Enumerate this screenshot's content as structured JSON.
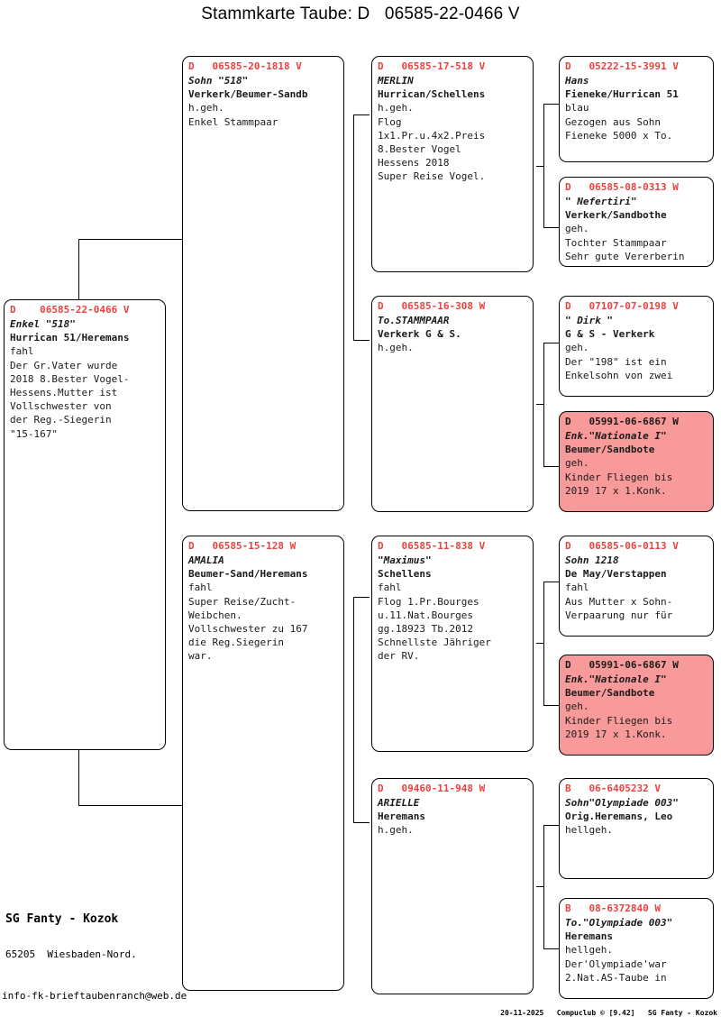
{
  "title": "Stammkarte Taube: D   06585-22-0466 V",
  "colors": {
    "header_red": "#e8433f",
    "highlight_pink": "#f99a9a",
    "text": "#1a1a1a",
    "background": "#ffffff"
  },
  "subject": {
    "header": "D    06585-22-0466 V",
    "lines": [
      {
        "text": "Enkel \"518\"",
        "style": "italic-bold"
      },
      {
        "text": "Hurrican 51/Heremans",
        "style": "bold"
      },
      {
        "text": "fahl",
        "style": "normal"
      },
      {
        "text": "Der Gr.Vater wurde",
        "style": "normal"
      },
      {
        "text": "2018 8.Bester Vogel-",
        "style": "normal"
      },
      {
        "text": "Hessens.Mutter ist",
        "style": "normal"
      },
      {
        "text": "Vollschwester von",
        "style": "normal"
      },
      {
        "text": "der Reg.-Siegerin",
        "style": "normal"
      },
      {
        "text": "\"15-167\"",
        "style": "normal"
      }
    ]
  },
  "generation2": [
    {
      "header": "D   06585-20-1818 V",
      "highlight": false,
      "lines": [
        {
          "text": "Sohn \"518\"",
          "style": "italic-bold"
        },
        {
          "text": "Verkerk/Beumer-Sandb",
          "style": "bold"
        },
        {
          "text": "h.geh.",
          "style": "normal"
        },
        {
          "text": "Enkel Stammpaar",
          "style": "normal"
        }
      ]
    },
    {
      "header": "D   06585-15-128 W",
      "highlight": false,
      "lines": [
        {
          "text": "AMALIA",
          "style": "italic-bold"
        },
        {
          "text": "Beumer-Sand/Heremans",
          "style": "bold"
        },
        {
          "text": "fahl",
          "style": "normal"
        },
        {
          "text": "Super Reise/Zucht-",
          "style": "normal"
        },
        {
          "text": "Weibchen.",
          "style": "normal"
        },
        {
          "text": "Vollschwester zu 167",
          "style": "normal"
        },
        {
          "text": "die Reg.Siegerin",
          "style": "normal"
        },
        {
          "text": "war.",
          "style": "normal"
        }
      ]
    }
  ],
  "generation3": [
    {
      "header": "D   06585-17-518 V",
      "highlight": false,
      "lines": [
        {
          "text": "MERLIN",
          "style": "italic-bold"
        },
        {
          "text": "Hurrican/Schellens",
          "style": "bold"
        },
        {
          "text": "h.geh.",
          "style": "normal"
        },
        {
          "text": "Flog",
          "style": "normal"
        },
        {
          "text": "1x1.Pr.u.4x2.Preis",
          "style": "normal"
        },
        {
          "text": "8.Bester Vogel",
          "style": "normal"
        },
        {
          "text": "Hessens 2018",
          "style": "normal"
        },
        {
          "text": "Super Reise Vogel.",
          "style": "normal"
        }
      ]
    },
    {
      "header": "D   06585-16-308 W",
      "highlight": false,
      "lines": [
        {
          "text": "To.STAMMPAAR",
          "style": "italic-bold"
        },
        {
          "text": "Verkerk G & S.",
          "style": "bold"
        },
        {
          "text": "h.geh.",
          "style": "normal"
        }
      ]
    },
    {
      "header": "D   06585-11-838 V",
      "highlight": false,
      "lines": [
        {
          "text": "\"Maximus\"",
          "style": "italic-bold"
        },
        {
          "text": "Schellens",
          "style": "bold"
        },
        {
          "text": "fahl",
          "style": "normal"
        },
        {
          "text": "Flog 1.Pr.Bourges",
          "style": "normal"
        },
        {
          "text": "u.11.Nat.Bourges",
          "style": "normal"
        },
        {
          "text": "gg.18923 Tb.2012",
          "style": "normal"
        },
        {
          "text": "Schnellste Jähriger",
          "style": "normal"
        },
        {
          "text": "der RV.",
          "style": "normal"
        }
      ]
    },
    {
      "header": "D   09460-11-948 W",
      "highlight": false,
      "lines": [
        {
          "text": "ARIELLE",
          "style": "italic-bold"
        },
        {
          "text": "Heremans",
          "style": "bold"
        },
        {
          "text": "h.geh.",
          "style": "normal"
        }
      ]
    }
  ],
  "generation4": [
    {
      "header": "D   05222-15-3991 V",
      "highlight": false,
      "lines": [
        {
          "text": "Hans",
          "style": "italic-bold"
        },
        {
          "text": "Fieneke/Hurrican 51",
          "style": "bold"
        },
        {
          "text": "blau",
          "style": "normal"
        },
        {
          "text": "Gezogen aus Sohn",
          "style": "normal"
        },
        {
          "text": "Fieneke 5000 x To.",
          "style": "normal"
        }
      ]
    },
    {
      "header": "D   06585-08-0313 W",
      "highlight": false,
      "lines": [
        {
          "text": "\" Nefertiri\"",
          "style": "italic-bold"
        },
        {
          "text": "Verkerk/Sandbothe",
          "style": "bold"
        },
        {
          "text": "geh.",
          "style": "normal"
        },
        {
          "text": "Tochter Stammpaar",
          "style": "normal"
        },
        {
          "text": "Sehr gute Vererberin",
          "style": "normal"
        }
      ]
    },
    {
      "header": "D   07107-07-0198 V",
      "highlight": false,
      "lines": [
        {
          "text": "\" Dirk \"",
          "style": "italic-bold"
        },
        {
          "text": "G & S - Verkerk",
          "style": "bold"
        },
        {
          "text": "geh.",
          "style": "normal"
        },
        {
          "text": "Der \"198\" ist ein",
          "style": "normal"
        },
        {
          "text": "Enkelsohn von zwei",
          "style": "normal"
        }
      ]
    },
    {
      "header": "D   05991-06-6867 W",
      "highlight": true,
      "lines": [
        {
          "text": "Enk.\"Nationale I\"",
          "style": "italic-bold"
        },
        {
          "text": "Beumer/Sandbote",
          "style": "bold"
        },
        {
          "text": "geh.",
          "style": "normal"
        },
        {
          "text": "Kinder Fliegen bis",
          "style": "normal"
        },
        {
          "text": "2019 17 x 1.Konk.",
          "style": "normal"
        }
      ]
    },
    {
      "header": "D   06585-06-0113 V",
      "highlight": false,
      "lines": [
        {
          "text": "Sohn 1218",
          "style": "italic-bold"
        },
        {
          "text": "De May/Verstappen",
          "style": "bold"
        },
        {
          "text": "fahl",
          "style": "normal"
        },
        {
          "text": "Aus Mutter x Sohn-",
          "style": "normal"
        },
        {
          "text": "Verpaarung nur für",
          "style": "normal"
        }
      ]
    },
    {
      "header": "D   05991-06-6867 W",
      "highlight": true,
      "lines": [
        {
          "text": "Enk.\"Nationale I\"",
          "style": "italic-bold"
        },
        {
          "text": "Beumer/Sandbote",
          "style": "bold"
        },
        {
          "text": "geh.",
          "style": "normal"
        },
        {
          "text": "Kinder Fliegen bis",
          "style": "normal"
        },
        {
          "text": "2019 17 x 1.Konk.",
          "style": "normal"
        }
      ]
    },
    {
      "header": "B   06-6405232 V",
      "highlight": false,
      "lines": [
        {
          "text": "Sohn\"Olympiade 003\"",
          "style": "italic-bold"
        },
        {
          "text": "Orig.Heremans, Leo",
          "style": "bold"
        },
        {
          "text": "hellgeh.",
          "style": "normal"
        }
      ]
    },
    {
      "header": "B   08-6372840 W",
      "highlight": false,
      "lines": [
        {
          "text": "To.\"Olympiade 003\"",
          "style": "italic-bold"
        },
        {
          "text": "Heremans",
          "style": "bold"
        },
        {
          "text": "hellgeh.",
          "style": "normal"
        },
        {
          "text": "Der'Olympiade'war",
          "style": "normal"
        },
        {
          "text": "2.Nat.AS-Taube in",
          "style": "normal"
        }
      ]
    }
  ],
  "footer": {
    "owner": "SG Fanty - Kozok",
    "address": "65205  Wiesbaden-Nord.",
    "email": "info-fk-brieftaubenranch@web.de",
    "meta": "20-11-2025   Compuclub © [9.42]   SG Fanty - Kozok"
  }
}
